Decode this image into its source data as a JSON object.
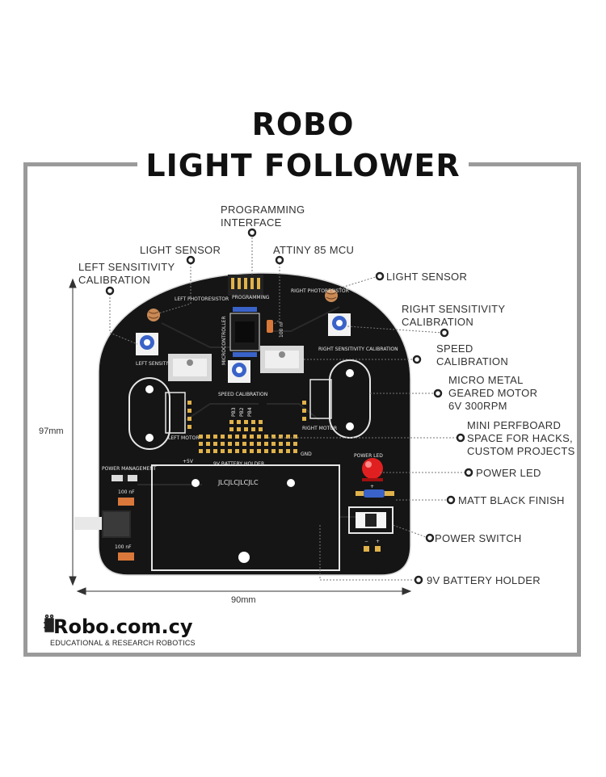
{
  "title": {
    "line1": "ROBO",
    "line2": "LIGHT FOLLOWER"
  },
  "labels": {
    "programming": [
      "PROGRAMMING",
      "INTERFACE"
    ],
    "light_sensor_left": "LIGHT SENSOR",
    "attiny": "ATTINY 85 MCU",
    "left_sensitivity": [
      "LEFT SENSITIVITY",
      "CALIBRATION"
    ],
    "light_sensor_right": "LIGHT SENSOR",
    "right_sensitivity": [
      "RIGHT SENSITIVITY",
      "CALIBRATION"
    ],
    "speed": [
      "SPEED",
      "CALIBRATION"
    ],
    "motor": [
      "MICRO METAL",
      "GEARED MOTOR",
      "6V 300RPM"
    ],
    "perfboard": [
      "MINI PERFBOARD",
      "SPACE FOR HACKS,",
      "CUSTOM PROJECTS"
    ],
    "power_led": "POWER LED",
    "matt_black": "MATT BLACK FINISH",
    "power_switch": "POWER SWITCH",
    "battery": "9V BATTERY HOLDER"
  },
  "dimensions": {
    "height": "97mm",
    "width": "90mm"
  },
  "pcb": {
    "left_photoresistor": "LEFT PHOTORESISTOR",
    "right_photoresistor": "RIGHT PHOTORESISTOR",
    "microcontroller": "MICROCONTROLLER",
    "left_sensitivity": "LEFT SENSITIVITY CALIBRATION",
    "right_sensitivity": "RIGHT SENSITIVITY CALIBRATION",
    "speed": "SPEED CALIBRATION",
    "left_motor": "LEFT MOTOR",
    "right_motor": "RIGHT MOTOR",
    "pins": [
      "PB3",
      "PB2",
      "PB4"
    ],
    "plus5v": "+5V",
    "gnd": "GND",
    "battery_holder": "9V BATTERY HOLDER",
    "power_management": "POWER MANAGEMENT",
    "cap1": "100 nF",
    "cap2": "100 nF",
    "cap3": "100 nF",
    "power_led": "POWER LED",
    "jlc": "JLCJLCJLCJLC",
    "prog": "PROGRAMMING",
    "led_plus": "+",
    "minus": "−",
    "plus": "+"
  },
  "logo": {
    "name": "Robo.com.cy",
    "tagline": "EDUCATIONAL & RESEARCH ROBOTICS"
  },
  "colors": {
    "pcb": "#151515",
    "frame": "#9a9a9a",
    "led": "#e02020",
    "pot": "#3a63c9"
  }
}
